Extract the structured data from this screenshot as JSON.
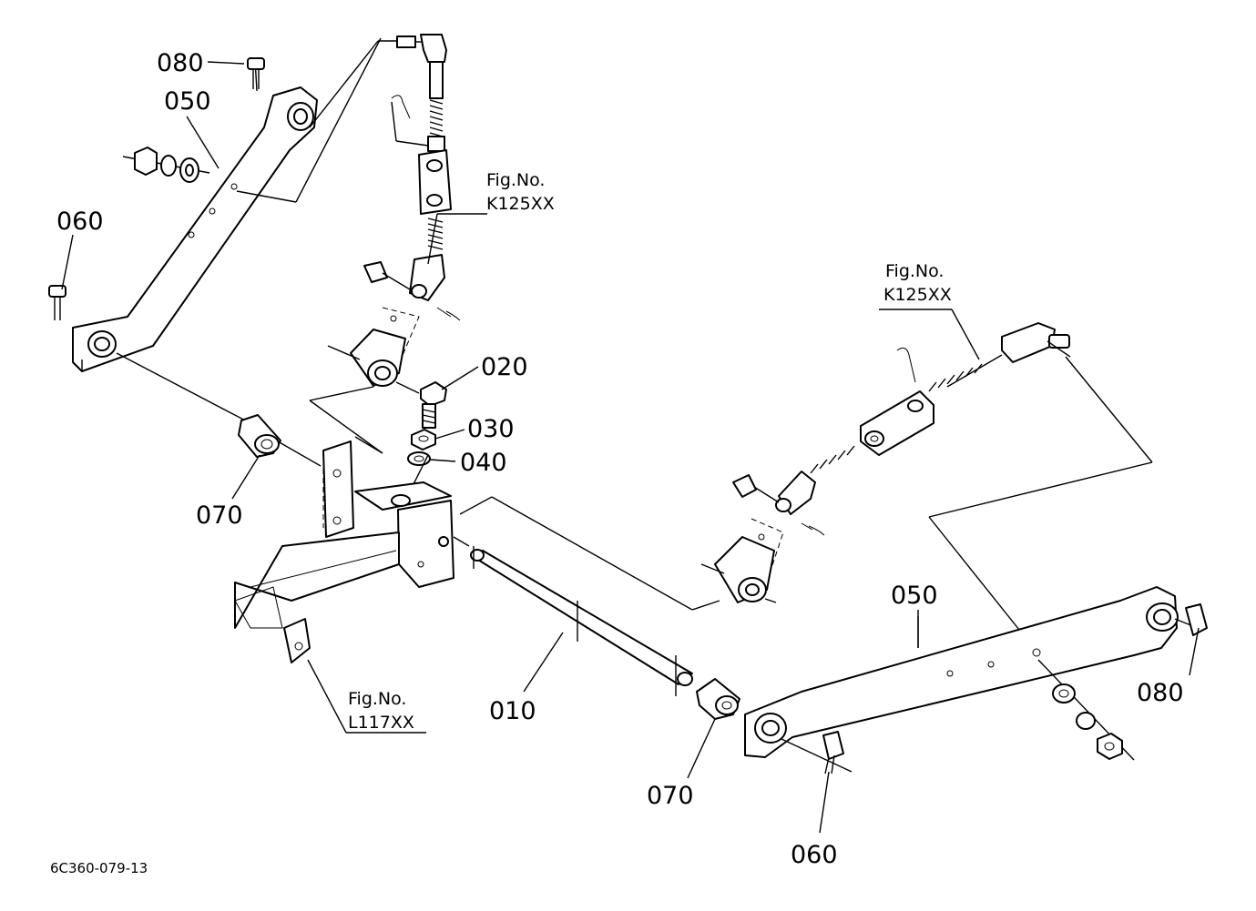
{
  "labels": {
    "p080_left": "080",
    "p050_left": "050",
    "p060_left": "060",
    "p020": "020",
    "p030": "030",
    "p040": "040",
    "p070_left": "070",
    "p050_right": "050",
    "p080_right": "080",
    "p010": "010",
    "p070_right": "070",
    "p060_right": "060"
  },
  "figrefs": {
    "top_line1": "Fig.No.",
    "top_line2": "K125XX",
    "right_line1": "Fig.No.",
    "right_line2": "K125XX",
    "bottom_line1": "Fig.No.",
    "bottom_line2": "L117XX"
  },
  "drawing_code": "6C360-079-13"
}
